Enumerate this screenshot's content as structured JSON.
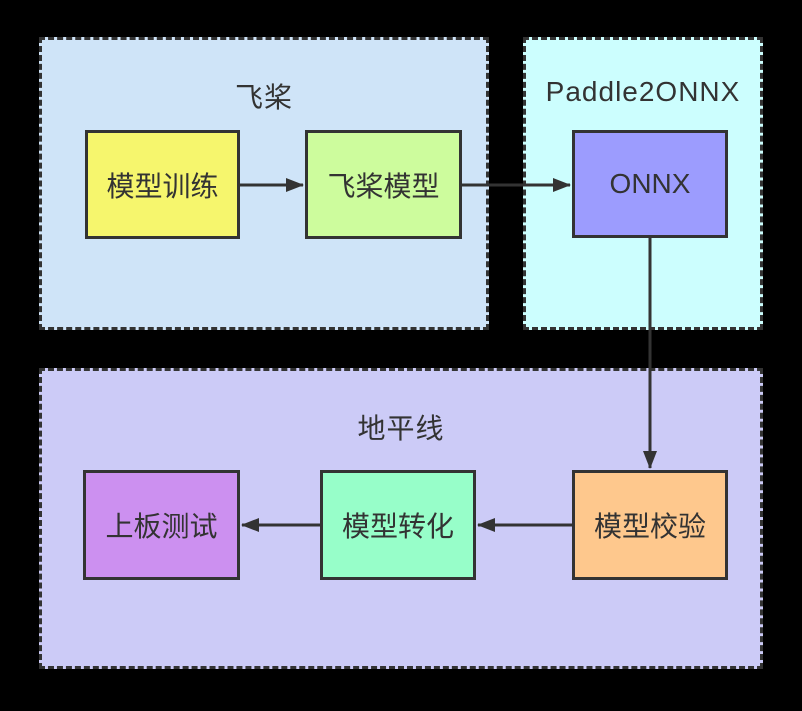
{
  "diagram": {
    "background": "#000000",
    "stroke_color": "#333333",
    "text_color": "#333333",
    "containers": {
      "paddle": {
        "title": "飞桨",
        "fill": "#cfe4f8"
      },
      "paddle2onnx": {
        "title": "Paddle2ONNX",
        "fill": "#ccfefe"
      },
      "horizon": {
        "title": "地平线",
        "fill": "#cccbf7"
      }
    },
    "nodes": {
      "model_training": {
        "label": "模型训练",
        "fill": "#f6f66d"
      },
      "paddle_model": {
        "label": "飞桨模型",
        "fill": "#cdfc9d"
      },
      "onnx": {
        "label": "ONNX",
        "fill": "#9c9cfe"
      },
      "model_check": {
        "label": "模型校验",
        "fill": "#fec88d"
      },
      "model_convert": {
        "label": "模型转化",
        "fill": "#97fec9"
      },
      "board_test": {
        "label": "上板测试",
        "fill": "#cc90f0"
      }
    },
    "edges": [
      {
        "from": "model_training",
        "to": "paddle_model"
      },
      {
        "from": "paddle_model",
        "to": "onnx"
      },
      {
        "from": "onnx",
        "to": "model_check"
      },
      {
        "from": "model_check",
        "to": "model_convert"
      },
      {
        "from": "model_convert",
        "to": "board_test"
      }
    ]
  }
}
